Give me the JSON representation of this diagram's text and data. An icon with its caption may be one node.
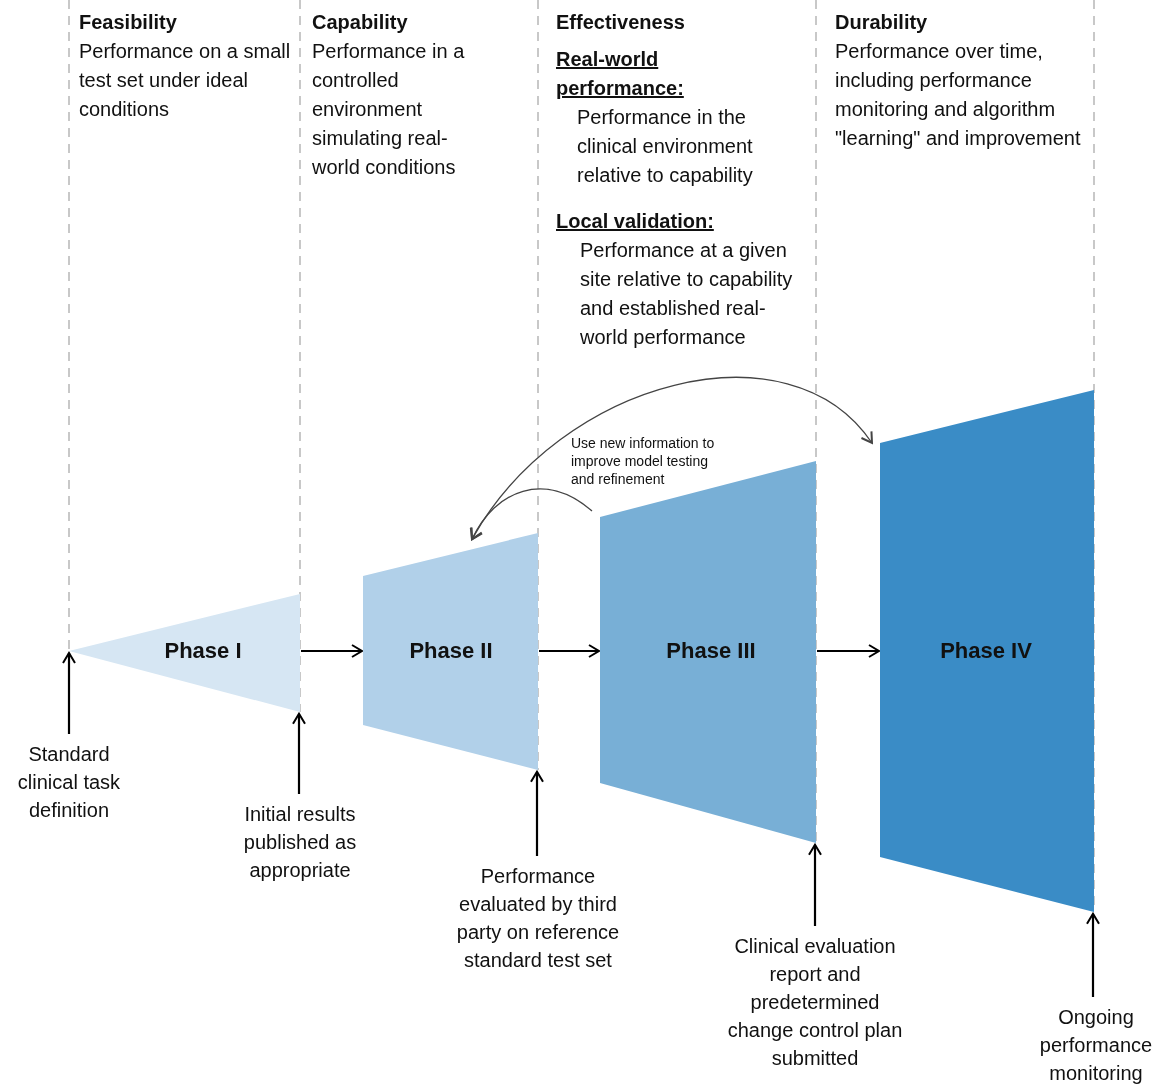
{
  "diagram": {
    "nodes": [
      {
        "text": [
          "Phase I"
        ]
      },
      {
        "text": [
          "Phase II"
        ]
      },
      {
        "text": [
          "Phase III"
        ]
      },
      {
        "text": [
          "Phase IV"
        ]
      },
      {
        "text": [
          "Standard clinical task definition"
        ]
      },
      {
        "text": [
          "Initial results published as appropriate"
        ]
      },
      {
        "text": [
          "Performance evaluated by third party on reference standard test set"
        ]
      },
      {
        "text": [
          "Clinical evaluation report and predetermined change control plan submitted"
        ]
      },
      {
        "text": [
          "Ongoing performance monitoring"
        ]
      }
    ],
    "edges": [
      {
        "from": 0,
        "to": 1,
        "arrow": "to"
      },
      {
        "from": 1,
        "to": 2,
        "arrow": "to"
      },
      {
        "from": 2,
        "to": 3,
        "arrow": "to"
      },
      {
        "from": 2,
        "to": 1,
        "arrow": "to",
        "label": "Use new information to improve model testing and refinement",
        "color": "#444444"
      },
      {
        "from": 3,
        "to": 1,
        "arrow": "both",
        "color": "#444444"
      },
      {
        "from": 4,
        "to": 0,
        "arrow": "to"
      },
      {
        "from": 5,
        "to": 0,
        "arrow": "to"
      },
      {
        "from": 6,
        "to": 1,
        "arrow": "to"
      },
      {
        "from": 7,
        "to": 2,
        "arrow": "to"
      },
      {
        "from": 8,
        "to": 3,
        "arrow": "to"
      }
    ],
    "labels": [
      "Feasibility",
      "Performance on a small test set under ideal conditions",
      "Capability",
      "Performance in a controlled environment simulating real-world conditions",
      "Effectiveness",
      "Real-world performance:",
      "Performance in the clinical environment relative to capability",
      "Local validation:",
      "Performance at a given site relative to capability and established real-world performance",
      "Durability",
      "Performance over time, including performance monitoring and algorithm \"learning\" and improvement"
    ]
  }
}
